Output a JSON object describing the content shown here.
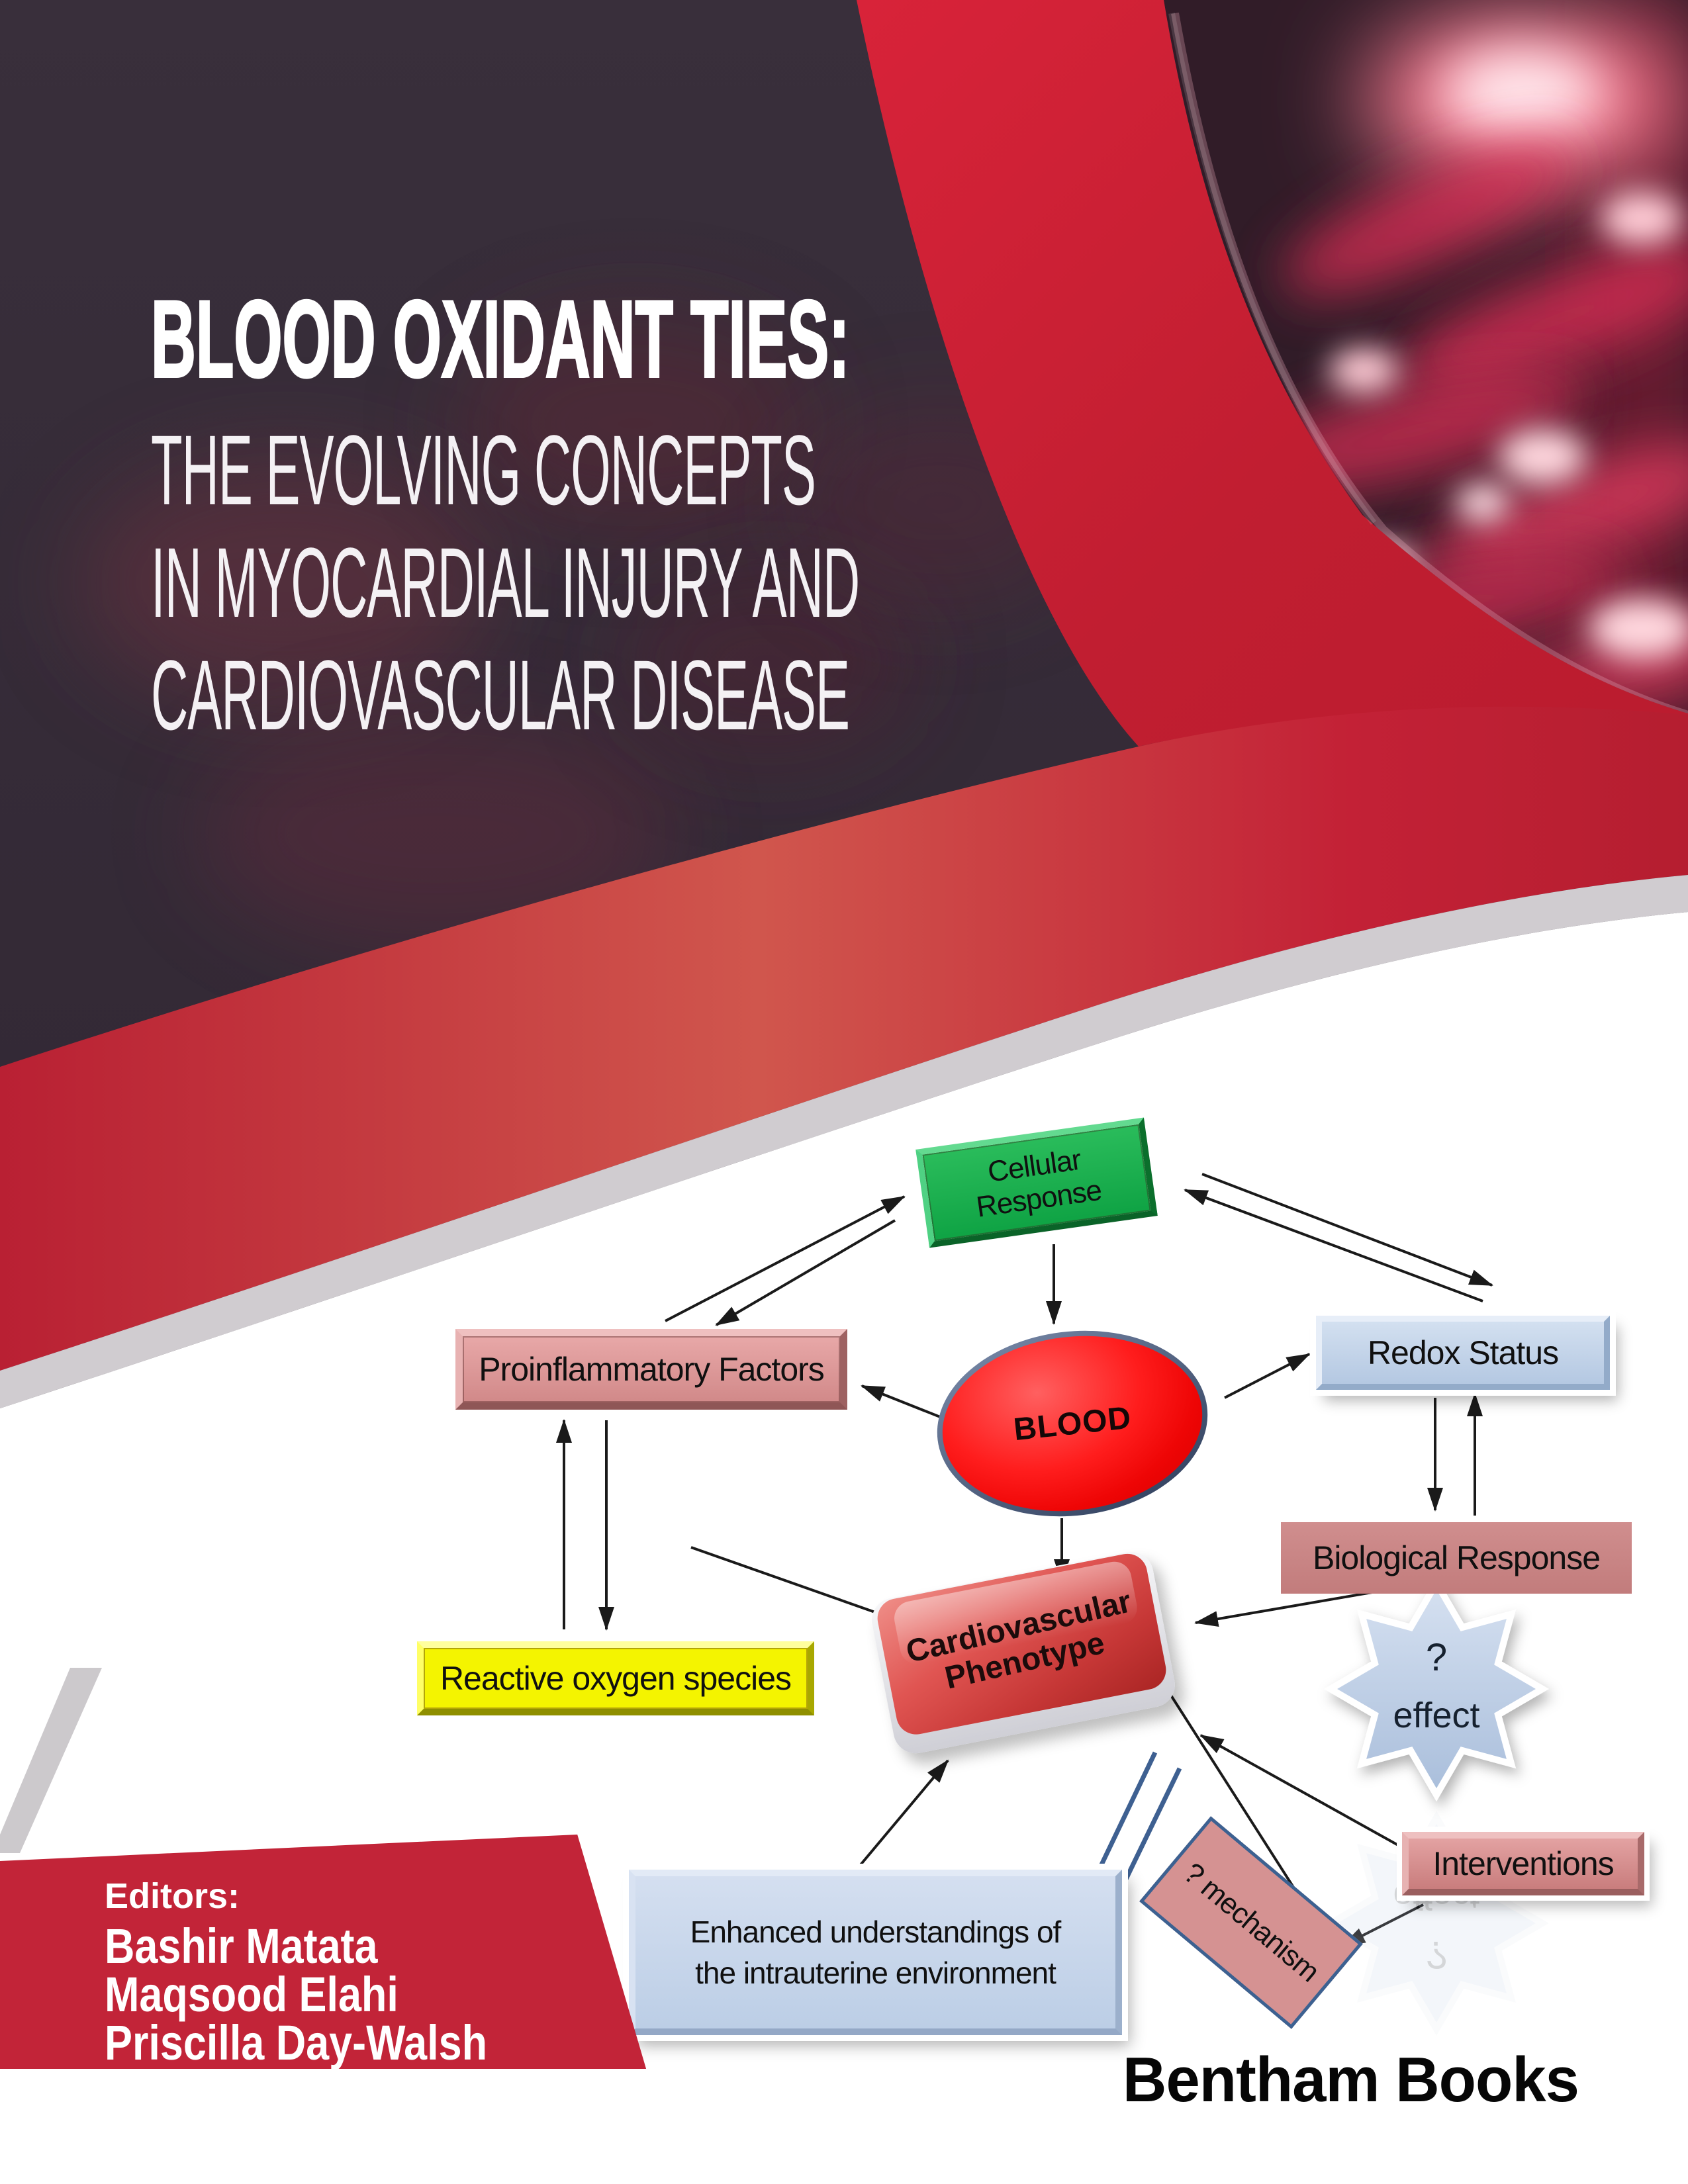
{
  "cover": {
    "title": "BLOOD OXIDANT TIES:",
    "subtitle_lines": [
      "THE EVOLVING CONCEPTS",
      "IN MYOCARDIAL INJURY AND",
      "CARDIOVASCULAR DISEASE"
    ],
    "editors_heading": "Editors:",
    "editors": [
      "Bashir Matata",
      "Maqsood Elahi",
      "Priscilla Day-Walsh"
    ],
    "publisher": "Bentham Books",
    "colors": {
      "cover_red": "#c22136",
      "dark_background": "#362c38",
      "white_swoosh": "#ffffff",
      "gray_edge": "#d0ccd0",
      "editors_panel_red": "#c22438"
    }
  },
  "diagram": {
    "nodes": {
      "cellular_response": "Cellular Response",
      "proinflammatory_factors": "Proinflammatory Factors",
      "blood": "BLOOD",
      "redox_status": "Redox Status",
      "biological_response": "Biological Response",
      "reactive_oxygen_species": "Reactive oxygen species",
      "cardiovascular_phenotype_line1": "Cardiovascular",
      "cardiovascular_phenotype_line2": "Phenotype",
      "effect_question_mark": "?",
      "effect": "effect",
      "interventions": "Interventions",
      "mechanism": "? mechanism",
      "enhanced_line1": "Enhanced understandings of",
      "enhanced_line2": "the intrauterine environment"
    },
    "node_colors": {
      "cellular_response": "#1fb455",
      "proinflammatory_factors": "#dc9a9a",
      "blood": "#ff1414",
      "redox_status": "#c3d4ea",
      "biological_response": "#ca8282",
      "reactive_oxygen_species": "#f6f600",
      "cardiovascular_phenotype": "#d84545",
      "effect_star": "#bccde6",
      "interventions": "#d89494",
      "mechanism": "#d59292",
      "enhanced": "#c9d7ec"
    }
  }
}
